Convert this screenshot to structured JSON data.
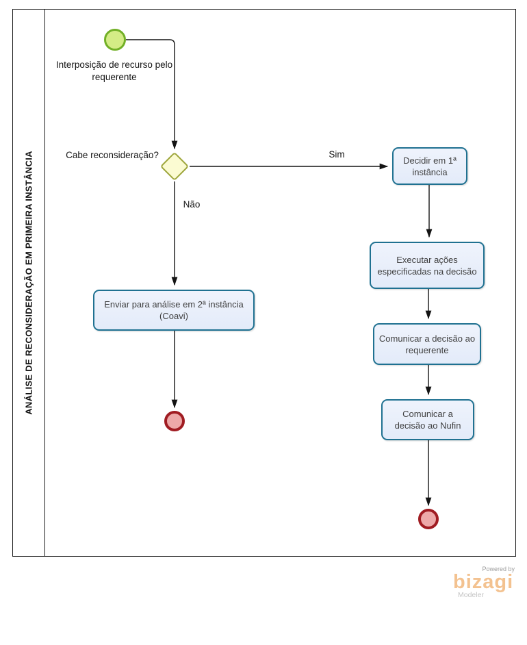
{
  "pool": {
    "title": "ANÁLISE DE RECONSIDERAÇÃO EM PRIMEIRA INSTÂNCIA"
  },
  "nodes": {
    "start_event": {
      "type": "start-event",
      "label": "Interposição de recurso pelo requerente"
    },
    "gateway": {
      "type": "exclusive-gateway",
      "label": "Cabe reconsideração?"
    },
    "task_decidir": {
      "type": "task",
      "label": "Decidir em 1ª instância"
    },
    "task_executar": {
      "type": "task",
      "label": "Executar ações especificadas na decisão"
    },
    "task_comunicar_requerente": {
      "type": "task",
      "label": "Comunicar a decisão ao requerente"
    },
    "task_comunicar_nufin": {
      "type": "task",
      "label": "Comunicar a decisão ao Nufin"
    },
    "task_enviar": {
      "type": "task",
      "label": "Enviar para análise em 2ª instância (Coavi)"
    },
    "end_event_left": {
      "type": "end-event"
    },
    "end_event_right": {
      "type": "end-event"
    }
  },
  "flows": {
    "sim_label": "Sim",
    "nao_label": "Não"
  },
  "branding": {
    "powered_by": "Powered by",
    "brand": "bizagi",
    "product": "Modeler"
  },
  "colors": {
    "task_fill": "#e9effb",
    "task_border": "#1f7191",
    "start_fill": "#d4ec86",
    "start_border": "#72b027",
    "gateway_fill": "#fbfbd2",
    "gateway_border": "#9ea63c",
    "end_fill": "#eda9a9",
    "end_border": "#a01c22",
    "flow_line": "#141414",
    "brand_orange": "#f3c290"
  }
}
